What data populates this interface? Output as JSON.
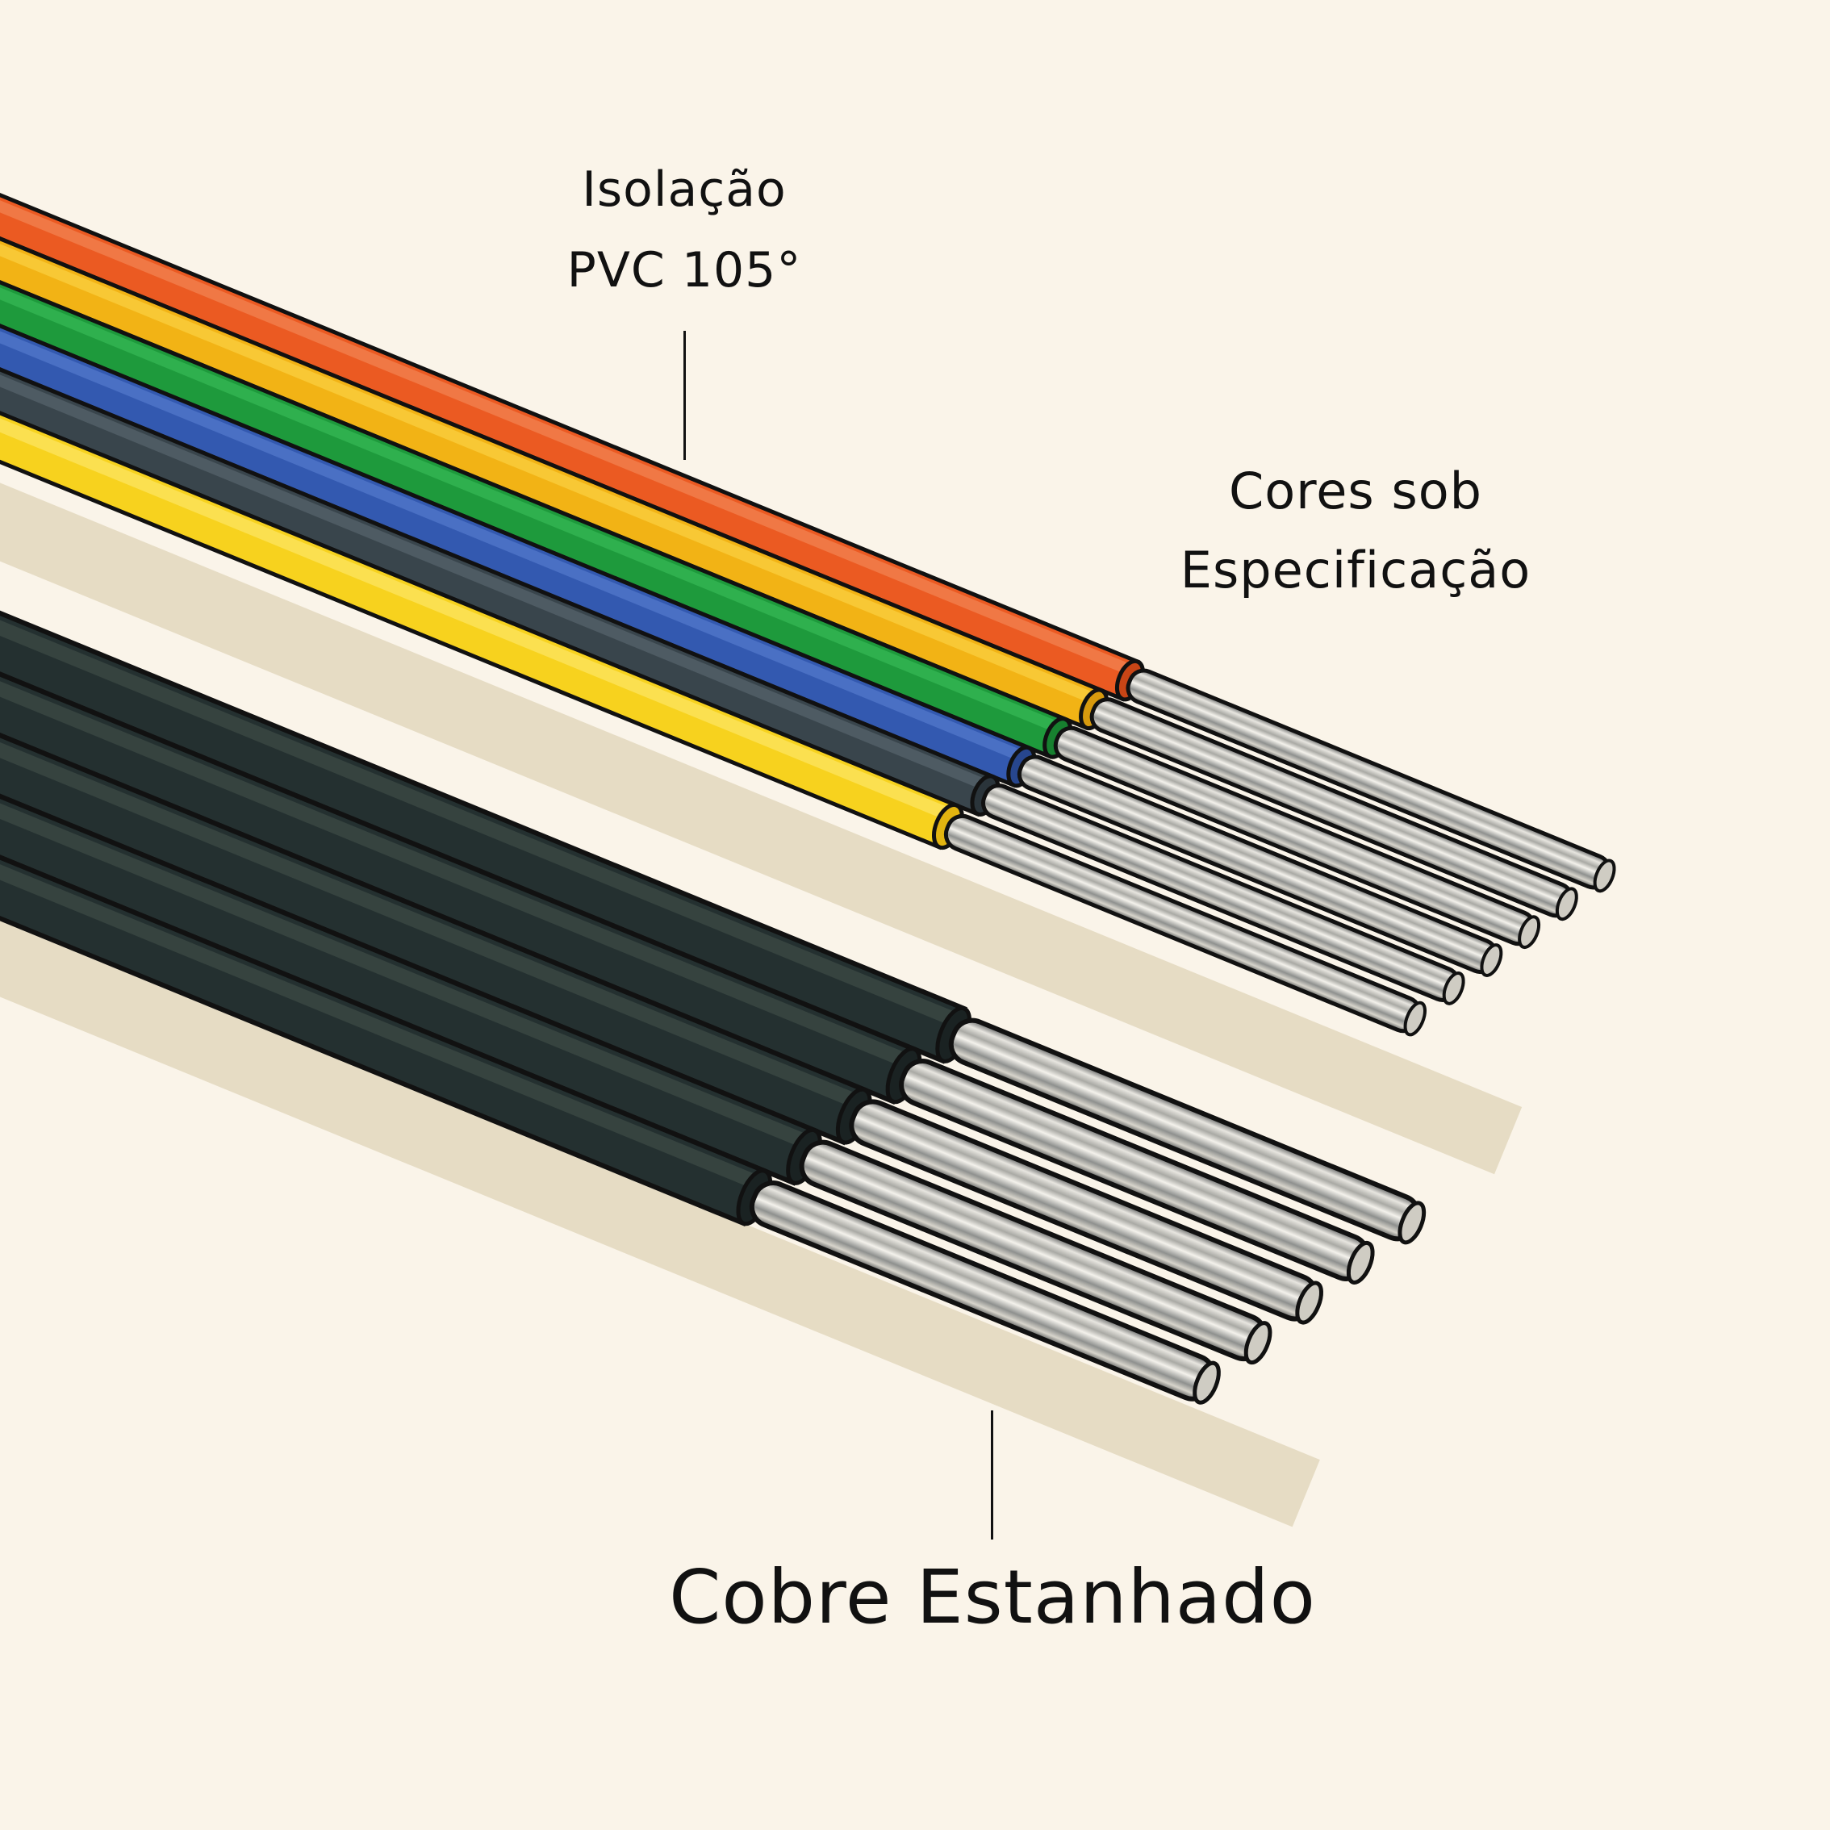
{
  "labels": {
    "insulation_line1": "Isolação",
    "insulation_line2": "PVC 105°",
    "colors_line1": "Cores sob",
    "colors_line2": "Especificação",
    "conductor": "Cobre Estanhado"
  },
  "colors": {
    "background": "#FAF4E9",
    "shadow": "#E3D9C0",
    "outline": "#111111",
    "conductor_light": "#E6E3DB",
    "conductor_mid": "#A9A9A4",
    "conductor_dark": "#5C5E5E"
  },
  "colored_bundle": {
    "wire_count": 6,
    "wires": [
      {
        "name": "orange",
        "color": "#EB5A22",
        "highlight": "#F07845"
      },
      {
        "name": "amber",
        "color": "#F2B315",
        "highlight": "#F8C835"
      },
      {
        "name": "green",
        "color": "#1E9A3C",
        "highlight": "#2FB04E"
      },
      {
        "name": "blue",
        "color": "#3359B0",
        "highlight": "#4A70C4"
      },
      {
        "name": "dark-gray",
        "color": "#39454C",
        "highlight": "#4E5B63"
      },
      {
        "name": "yellow",
        "color": "#F7D21E",
        "highlight": "#FBE050"
      }
    ]
  },
  "black_bundle": {
    "wire_count": 5,
    "wire_color": "#243030",
    "wire_highlight": "#36433F"
  }
}
